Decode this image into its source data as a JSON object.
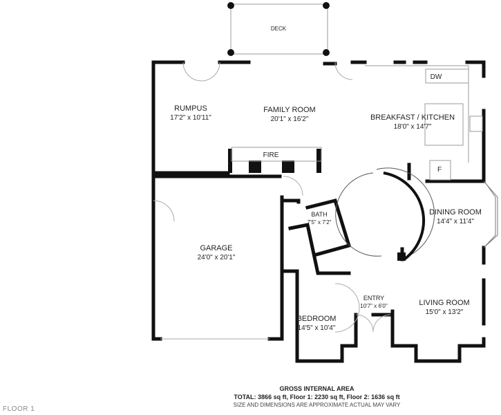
{
  "rooms": {
    "deck": {
      "name": "DECK"
    },
    "rumpus": {
      "name": "RUMPUS",
      "size": "17'2\" x 10'11\""
    },
    "family": {
      "name": "FAMILY ROOM",
      "size": "20'1\" x 16'2\""
    },
    "kitchen": {
      "name": "BREAKFAST / KITCHEN",
      "size": "18'0\" x 14'7\""
    },
    "garage": {
      "name": "GARAGE",
      "size": "24'0\" x 20'1\""
    },
    "bath": {
      "name": "BATH",
      "size": "7'5\" x 7'2\""
    },
    "dining": {
      "name": "DINING ROOM",
      "size": "14'4\" x 11'4\""
    },
    "entry": {
      "name": "ENTRY",
      "size": "10'7\" x 6'0\""
    },
    "bedroom": {
      "name": "BEDROOM",
      "size": "14'5\" x 10'4\""
    },
    "living": {
      "name": "LIVING ROOM",
      "size": "15'0\" x 13'2\""
    }
  },
  "fixtures": {
    "fire": "FIRE",
    "dw": "DW",
    "fridge": "F"
  },
  "footer": {
    "title": "GROSS INTERNAL AREA",
    "total": "TOTAL: 3866 sq ft, Floor 1: 2230 sq ft, Floor 2: 1636 sq ft",
    "note": "SIZE AND DIMENSIONS ARE APPROXIMATE ACTUAL MAY VARY",
    "floor": "FLOOR 1"
  }
}
